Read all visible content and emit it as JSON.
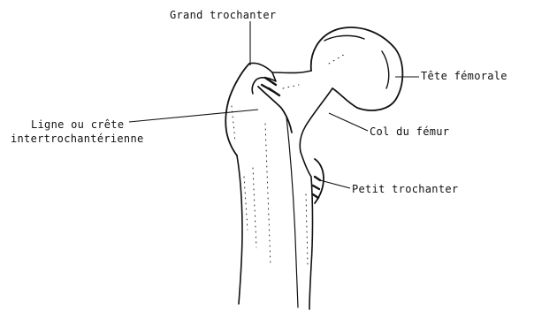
{
  "labels": {
    "grand_trochanter": "Grand trochanter",
    "tete_femorale": "Tête fémorale",
    "ligne_line1": "Ligne ou crête",
    "ligne_line2": "intertrochantérienne",
    "col_du_femur": "Col du fémur",
    "petit_trochanter": "Petit trochanter"
  },
  "colors": {
    "ink": "#111111",
    "background": "#ffffff"
  }
}
